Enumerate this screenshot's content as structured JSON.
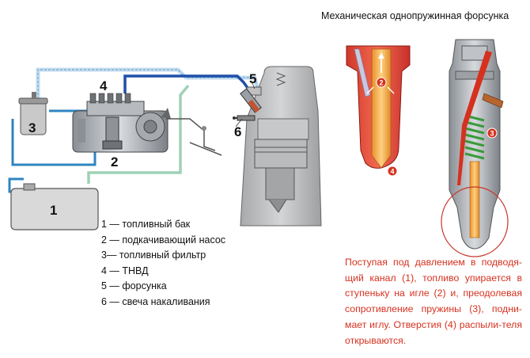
{
  "title": "Механическая однопружинная форсунка",
  "callouts": {
    "tank": "1",
    "pump": "2",
    "filter": "3",
    "tnvd": "4",
    "injector": "5",
    "glow_plug": "6",
    "needle_marker": "2",
    "holes_marker": "4",
    "spring_marker": "3"
  },
  "legend": [
    "1 — топливный бак",
    "2 — подкачивающий насос",
    "3— топливный фильтр",
    "4 — ТНВД",
    "5 — форсунка",
    "6 — свеча накаливания"
  ],
  "description": "Поступая под давлением в подводя-щий канал (1), топливо упирается в ступеньку на игле (2) и, преодолевая сопротивление пружины (3), подни-мает иглу. Отверстия (4) распыли-теля открываются.",
  "colors": {
    "high_pressure_line": "#1f4fa8",
    "low_pressure_line": "#a8c8e8",
    "return_line": "#3aa0c8",
    "accent_red": "#d6311f",
    "needle_orange": "#f2a73a"
  }
}
